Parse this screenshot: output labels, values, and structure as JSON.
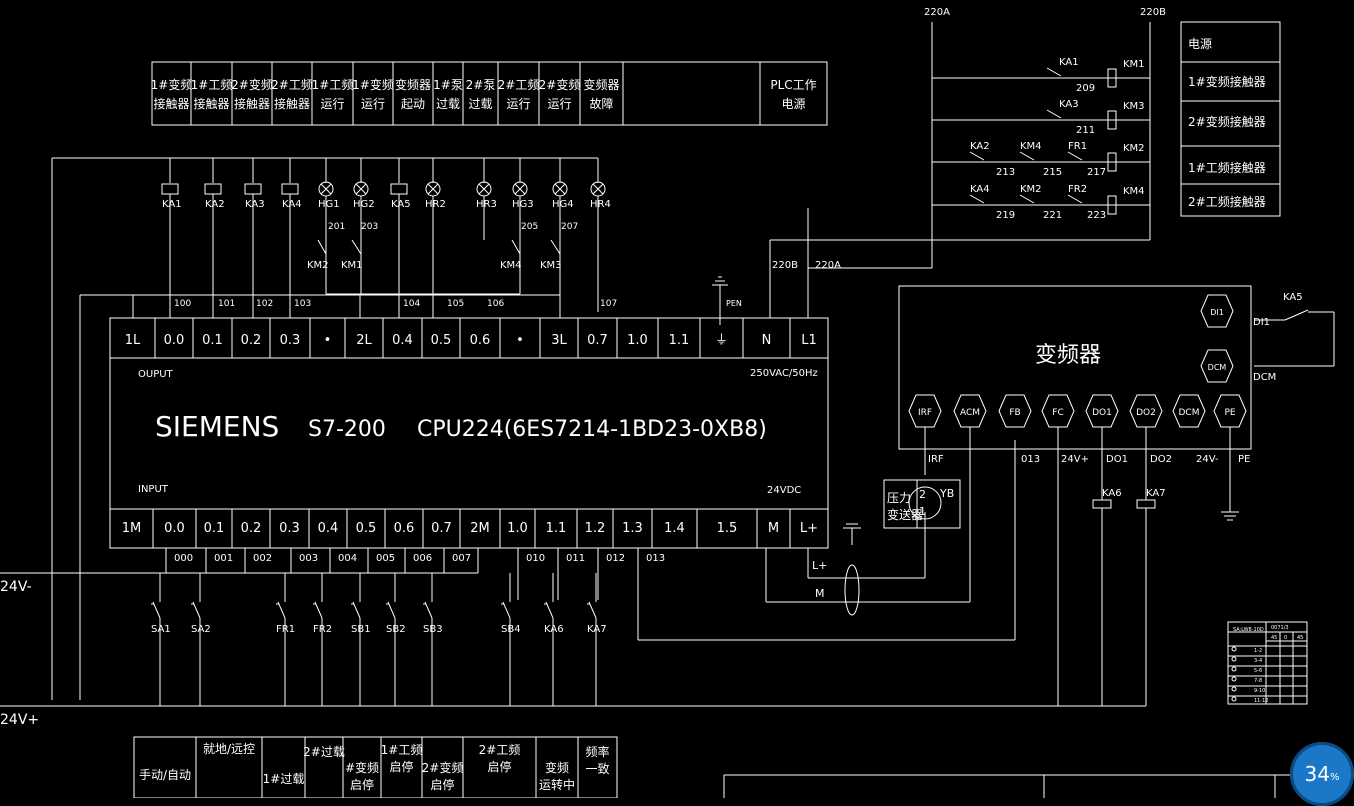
{
  "plc": {
    "brand": "SIEMENS",
    "model": "S7-200",
    "cpu": "CPU224(6ES7214-1BD23-0XB8)",
    "output_label": "OUPUT",
    "input_label": "INPUT",
    "ac_spec": "250VAC/50Hz",
    "dc_spec": "24VDC",
    "output_terminals": [
      "1L",
      "0.0",
      "0.1",
      "0.2",
      "0.3",
      "•",
      "2L",
      "0.4",
      "0.5",
      "0.6",
      "•",
      "3L",
      "0.7",
      "1.0",
      "1.1",
      "⏚",
      "N",
      "L1"
    ],
    "input_terminals": [
      "1M",
      "0.0",
      "0.1",
      "0.2",
      "0.3",
      "0.4",
      "0.5",
      "0.6",
      "0.7",
      "2M",
      "1.0",
      "1.1",
      "1.2",
      "1.3",
      "1.4",
      "1.5",
      "M",
      "L+"
    ]
  },
  "top_legend": [
    "1#变频|接触器",
    "1#工频|接触器",
    "2#变频|接触器",
    "2#工频|接触器",
    "1#工频|运行",
    "1#变频|运行",
    "变频器|起动",
    "1#泵|过载",
    "2#泵|过载",
    "2#工频|运行",
    "2#变频|运行",
    "变频器|故障",
    "",
    "PLC工作|电源"
  ],
  "output_devices": [
    "KA1",
    "KA2",
    "KA3",
    "KA4",
    "HG1",
    "HG2",
    "KA5",
    "HR2",
    "HR3",
    "HG3",
    "HG4",
    "HR4"
  ],
  "output_wires": [
    "100",
    "101",
    "102",
    "103",
    "104",
    "105",
    "106",
    "107"
  ],
  "aux_contacts": [
    "KM2",
    "KM1",
    "KM4",
    "KM3"
  ],
  "aux_wires": [
    "201",
    "203",
    "205",
    "207"
  ],
  "input_wires": [
    "000",
    "001",
    "002",
    "003",
    "004",
    "005",
    "006",
    "007",
    "010",
    "011",
    "012",
    "013"
  ],
  "input_devices": [
    "SA1",
    "SA2",
    "FR1",
    "FR2",
    "SB1",
    "SB2",
    "SB3",
    "SB4",
    "KA6",
    "KA7"
  ],
  "rails": {
    "neg": "24V-",
    "pos": "24V+",
    "ac_a": "220A",
    "ac_b": "220B",
    "l_plus": "L+",
    "m": "M",
    "pen": "PEN"
  },
  "relay_circuit": {
    "rows": [
      {
        "contacts": [
          "KA1"
        ],
        "wires": [
          "209"
        ],
        "coil": "KM1"
      },
      {
        "contacts": [
          "KA3"
        ],
        "wires": [
          "211"
        ],
        "coil": "KM3"
      },
      {
        "contacts": [
          "KA2",
          "KM4",
          "FR1"
        ],
        "wires": [
          "213",
          "215",
          "217"
        ],
        "coil": "KM2"
      },
      {
        "contacts": [
          "KA4",
          "KM2",
          "FR2"
        ],
        "wires": [
          "219",
          "221",
          "223"
        ],
        "coil": "KM4"
      }
    ],
    "legend": [
      "电源",
      "1#变频接触器",
      "2#变频接触器",
      "1#工频接触器",
      "2#工频接触器"
    ]
  },
  "vfd": {
    "title": "变频器",
    "top_terminals": [
      "DI1",
      "DCM"
    ],
    "top_labels": [
      "DI1",
      "DCM"
    ],
    "relay": "KA5",
    "terminals": [
      "IRF",
      "ACM",
      "FB",
      "FC",
      "DO1",
      "DO2",
      "DCM",
      "PE"
    ],
    "wire_labels": [
      "IRF",
      "013",
      "24V+",
      "DO1",
      "DO2",
      "24V-",
      "PE"
    ],
    "relays": [
      "KA6",
      "KA7"
    ],
    "transmitter": "压力|变送器",
    "transmitter_pins": [
      "2",
      "1"
    ],
    "yb": "YB"
  },
  "bottom_legend": [
    "手动/自动",
    "就地/远控",
    "1#过载",
    "2#过载",
    "#变频|启停",
    "1#工频|启停",
    "2#变频|启停",
    "2#工频|启停",
    "变频|运转中",
    "频率|一致"
  ],
  "switch_table": {
    "header": [
      "SA:LW8-10D",
      "0071/3"
    ],
    "cols": [
      "45",
      "0",
      "45"
    ],
    "rows": [
      "1-2",
      "3-4",
      "5-6",
      "7-8",
      "9-10",
      "11-12"
    ]
  },
  "progress": {
    "value": "34",
    "unit": "%"
  }
}
